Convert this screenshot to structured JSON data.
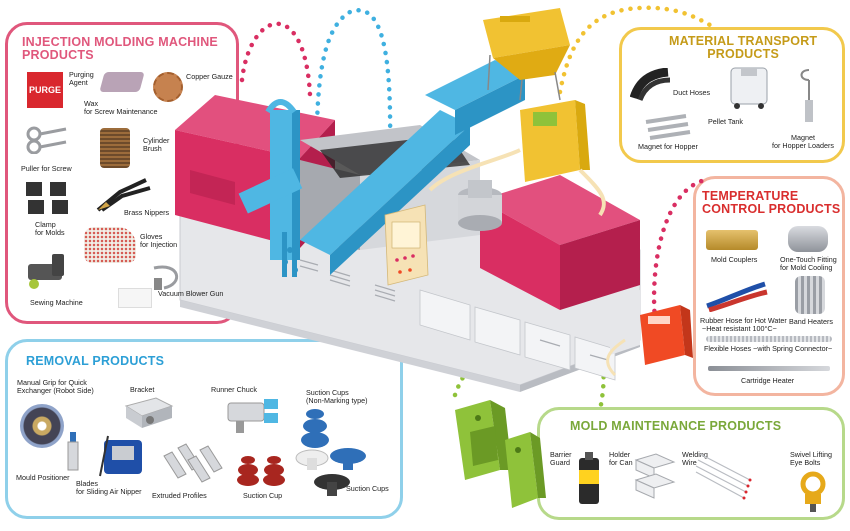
{
  "panels": {
    "injection": {
      "title_line1": "INJECTION MOLDING MACHINE",
      "title_line2": "PRODUCTS",
      "color": "#e0577c"
    },
    "material": {
      "title_line1": "MATERIAL TRANSPORT",
      "title_line2": "PRODUCTS",
      "color": "#f2c94c"
    },
    "temperature": {
      "title_line1": "TEMPERATURE",
      "title_line2": "CONTROL PRODUCTS",
      "color": "#f3b5a0"
    },
    "removal": {
      "title": "REMOVAL PRODUCTS",
      "color": "#8fd0ea"
    },
    "mold": {
      "title": "MOLD MAINTENANCE PRODUCTS",
      "color": "#b7d98a"
    }
  },
  "injection_items": {
    "purge_logo": "PURGE",
    "purging_agent": [
      "Purging",
      "Agent"
    ],
    "copper_gauze": "Copper Gauze",
    "wax": [
      "Wax",
      "for Screw Maintenance"
    ],
    "puller": "Puller for Screw",
    "cylinder_brush": [
      "Cylinder",
      "Brush"
    ],
    "clamp": [
      "Clamp",
      "for Molds"
    ],
    "brass_nippers": "Brass Nippers",
    "gloves": [
      "Gloves",
      "for Injection"
    ],
    "sewing_machine": "Sewing Machine",
    "vacuum_blower": "Vacuum Blower Gun"
  },
  "material_items": {
    "duct_hoses": "Duct Hoses",
    "pellet_tank": "Pellet Tank",
    "magnet_hopper": "Magnet for Hopper",
    "magnet_loaders": [
      "Magnet",
      "for Hopper Loaders"
    ]
  },
  "temperature_items": {
    "mold_couplers": "Mold Couplers",
    "one_touch": [
      "One-Touch Fitting",
      "for Mold Cooling"
    ],
    "rubber_hose": [
      "Rubber Hose for Hot Water",
      "~Heat resistant 100°C~"
    ],
    "band_heaters": "Band Heaters",
    "flexible_hoses": "Flexible Hoses ~with Spring Connector~",
    "cartridge_heater": "Cartridge Heater"
  },
  "removal_items": {
    "manual_grip": [
      "Manual Grip for Quick",
      "Exchanger (Robot Side)"
    ],
    "bracket": "Bracket",
    "runner_chuck": "Runner Chuck",
    "suction_nonmark": [
      "Suction Cups",
      "(Non-Marking type)"
    ],
    "mould_positioner": "Mould Positioner",
    "blades": [
      "Blades",
      "for Sliding Air Nipper"
    ],
    "extruded_profiles": "Extruded Profiles",
    "suction_cup": "Suction Cup",
    "suction_cups": "Suction Cups"
  },
  "mold_items": {
    "barrier_guard": [
      "Barrier",
      "Guard"
    ],
    "holder_can": [
      "Holder",
      "for Can"
    ],
    "welding_wire": [
      "Welding",
      "Wire"
    ],
    "swivel": [
      "Swivel Lifting",
      "Eye Bolts"
    ]
  },
  "colors": {
    "machine_red": "#d92e62",
    "machine_grey": "#e6e7ea",
    "robot_blue": "#4fb7e3",
    "hopper_yellow": "#f1c232",
    "controller_red": "#f04a24",
    "mold_green": "#8fc23a"
  }
}
